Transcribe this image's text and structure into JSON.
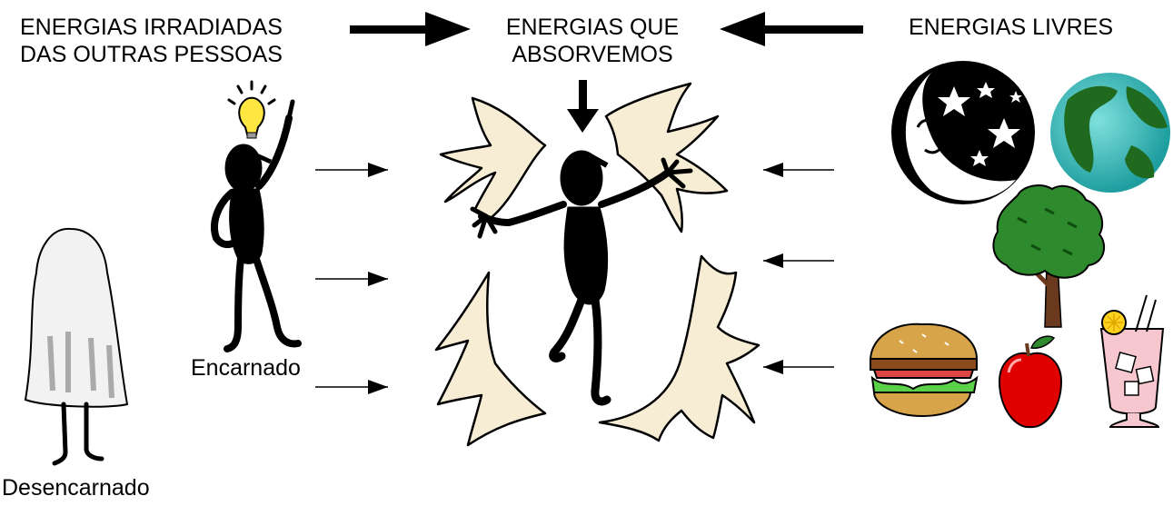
{
  "labels": {
    "radiated_line1": "ENERGIAS IRRADIADAS",
    "radiated_line2": "DAS OUTRAS PESSOAS",
    "absorbed_line1": "ENERGIAS QUE",
    "absorbed_line2": "ABSORVEMOS",
    "free": "ENERGIAS LIVRES",
    "incarnate": "Encarnado",
    "discarnate": "Desencarnado"
  },
  "colors": {
    "flame": "#f7ecd4",
    "earth_ocean": "#2fb5b5",
    "earth_land": "#1f6a1f",
    "tree_leaves": "#2d8a2d",
    "apple": "#e00000",
    "lightbulb": "#ffe640",
    "drink": "#f7c7cf"
  },
  "icons": [
    "person-pointing-up-icon",
    "ghost-icon",
    "energized-person-icon",
    "moon-stars-icon",
    "earth-icon",
    "tree-icon",
    "hamburger-icon",
    "apple-icon",
    "drink-icon",
    "lightbulb-icon"
  ]
}
